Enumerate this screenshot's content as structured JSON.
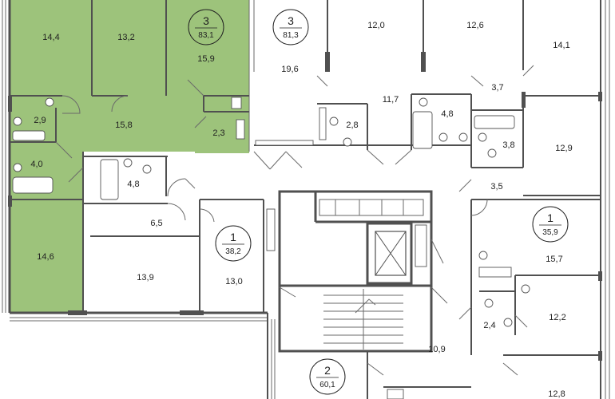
{
  "colors": {
    "highlight": "#9dc37b",
    "wall": "#505050",
    "background": "#ffffff",
    "text": "#222222"
  },
  "apartments": [
    {
      "id": "apt-3-highlighted",
      "rooms": "3",
      "area": "83,1"
    },
    {
      "id": "apt-3-upper",
      "rooms": "3",
      "area": "81,3"
    },
    {
      "id": "apt-1-left",
      "rooms": "1",
      "area": "38,2"
    },
    {
      "id": "apt-1-right",
      "rooms": "1",
      "area": "35,9"
    },
    {
      "id": "apt-2-bottom",
      "rooms": "2",
      "area": "60,1"
    }
  ],
  "rooms": [
    "14,4",
    "13,2",
    "15,9",
    "2,9",
    "15,8",
    "2,3",
    "4,0",
    "14,6",
    "19,6",
    "12,0",
    "12,6",
    "14,1",
    "11,7",
    "3,7",
    "2,8",
    "4,8",
    "3,8",
    "12,9",
    "4,8",
    "3,5",
    "6,5",
    "13,9",
    "13,0",
    "15,7",
    "2,4",
    "12,2",
    "10,9",
    "12,8"
  ]
}
